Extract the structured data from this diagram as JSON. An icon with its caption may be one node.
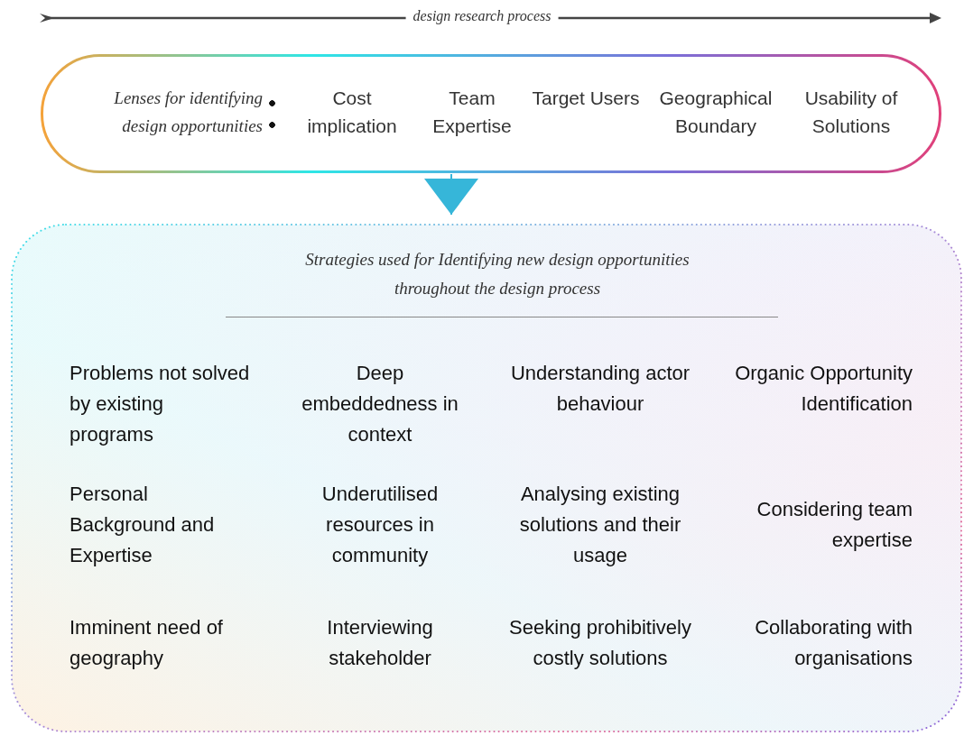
{
  "diagram": {
    "nodes": [
      {
        "text": [
          "Lenses for identifying design opportunities",
          "Cost implication",
          "Team Expertise",
          "Target Users",
          "Geographical Boundary",
          "Usability of Solutions"
        ]
      },
      {
        "text": [
          "Strategies used for Identifying new design opportunities throughout the design process",
          "Problems not solved by existing programs",
          "Deep embeddedness in context",
          "Understanding actor behaviour",
          "Organic Opportunity Identification",
          "Personal Background and Expertise",
          "Underutilised resources in community",
          "Analysing existing solutions and their usage",
          "Considering team expertise",
          "Imminent need of geography",
          "Interviewing stakeholder",
          "Seeking prohibitively costly solutions",
          "Collaborating with organisations"
        ]
      }
    ],
    "edges": [
      {
        "from": 0,
        "to": 1,
        "arrow": "to"
      }
    ],
    "labels": [
      "design research process"
    ]
  }
}
